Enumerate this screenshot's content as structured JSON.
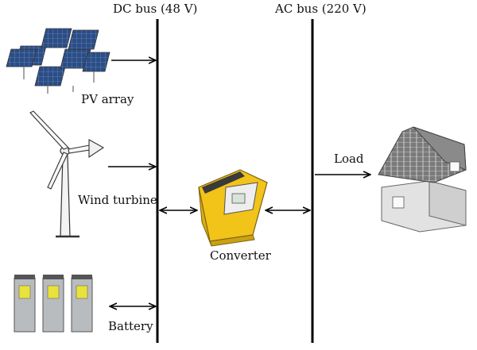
{
  "buses": {
    "dc_label": "DC bus (48 V)",
    "ac_label": "AC bus (220 V)"
  },
  "components": {
    "pv_array": "PV array",
    "wind_turbine": "Wind turbine",
    "battery": "Battery",
    "converter": "Converter",
    "load": "Load"
  },
  "colors": {
    "line": "#000000",
    "panel_blue": "#2b4d86",
    "converter_yellow": "#f2c318",
    "battery_grey": "#b9bcbf",
    "battery_label": "#e8e23a",
    "house_wall": "#d8d8d8",
    "roof": "#6d6d6d"
  },
  "icons": [
    "solar-panel-icon",
    "wind-turbine-icon",
    "battery-icon",
    "inverter-icon",
    "house-icon"
  ]
}
